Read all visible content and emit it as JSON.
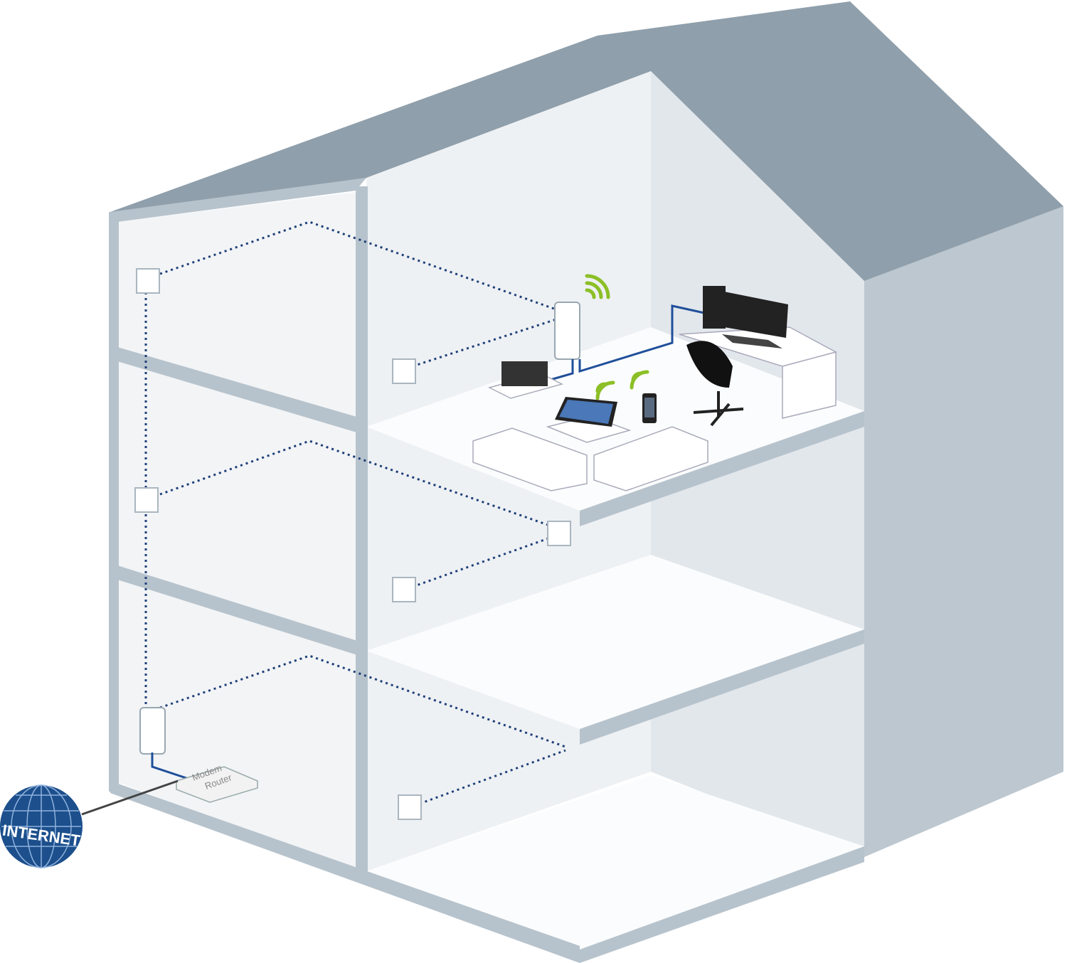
{
  "internet": {
    "label": "INTERNET"
  },
  "router": {
    "line1": "Modem",
    "line2": "Router"
  },
  "colors": {
    "roof": "#8f9fab",
    "wall": "#b7c3cc",
    "interior": "#e9edf1",
    "cable": "#1f4f9a",
    "wifi": "#8cbf26",
    "globe": "#1c4f8c"
  }
}
